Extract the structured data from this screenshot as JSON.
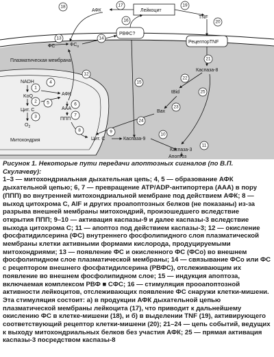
{
  "diagram": {
    "labels": {
      "afk_top": "АФК",
      "leukocyte": "Лейкоцит",
      "tnf": "TNF",
      "fs_left": "ФС",
      "fs_o": "ФС",
      "fs_o_sub": "о",
      "rvfs": "РВФС?",
      "receptor": "РецепторTNF",
      "plasma_membrane": "Плазматическая мембрана",
      "nadh": "NADH",
      "koq": "KoQ",
      "cyt_c_mito": "Цит. С",
      "o2": "O",
      "o2_sub": "2",
      "afk_mito": "АФК",
      "aaa": "ААА",
      "ppp": "ППП",
      "mitochondria": "Митохондрия",
      "caspase8": "Каспаза-8",
      "tbid": "tBid",
      "bax": "Bax",
      "cyt_c_out": "Цит. С",
      "caspase9": "Каспаза-9",
      "caspase3": "Каспаза-3",
      "apoptosis": "Апоптоз"
    },
    "numbers": [
      "1",
      "2",
      "3",
      "4",
      "5",
      "6",
      "7",
      "8",
      "9",
      "10",
      "11",
      "12",
      "13",
      "14",
      "15",
      "16",
      "17",
      "18",
      "19",
      "20",
      "21",
      "22",
      "23",
      "24",
      "25"
    ]
  },
  "caption": {
    "title": "Рисунок 1. Некоторые пути передачи апоптозных сигналов (по В.П. Скулачеву):",
    "body": "1–3 — митохондриальная дыхательная цепь; 4, 5 — образование АФК дыхательной цепью; 6, 7 — превращение ATP/ADP-антипортера (AAA) в пору (ППП) во внутренней митохондриальной мембране под действием АФК; 8 — выход цитохрома С, AIF и других проапоптозных белков (не показаны) из-за разрыва внешней мембраны митохондрий, произошедшего вследствие открытия ППП; 9–10 — активация каспазы-9 и далее каспазы-3 вследствие выхода цитохрома С; 11 — апоптоз под действием каспазы-3; 12 — окисление фосфатидилсерина (ФС) внутреннего фосфолипидного слоя плазматической мембраны клетки активными формами кислорода, продуцируемыми митохондриями; 13 — появление ФС и окисленного ФС (ФСо) во внешнем фосфолипидном слое плазматической мембраны; 14 — связывание ФСо или ФС с рецептором внешнего фосфатидилсерина (РВФС), отслеживающим их появление во внешнем фосфолипидном слое; 15 — индукция апоптоза, включаемая комплексом РВФ ■ СФС; 16 — стимуляция прооапоптозной активности лейкоцитов, отслеживающих появление ФС снаружи клетки-мишени. Эта стимуляция состоит: а) в продукции АФК дыхательной цепью плазматической мембраны лейкоцита (17), что приводит к дальнейшему окислению ФС в клетке-мишени (18), и б) в выделении TNF (19), активирующего соответствующий рецептор клетки-мишени (20); 21–24 — цепь событий, ведущих к выходу митохондриальных белков без участия АФК; 25 — прямая активация каспазы-3 посредством каспазы-8"
  }
}
